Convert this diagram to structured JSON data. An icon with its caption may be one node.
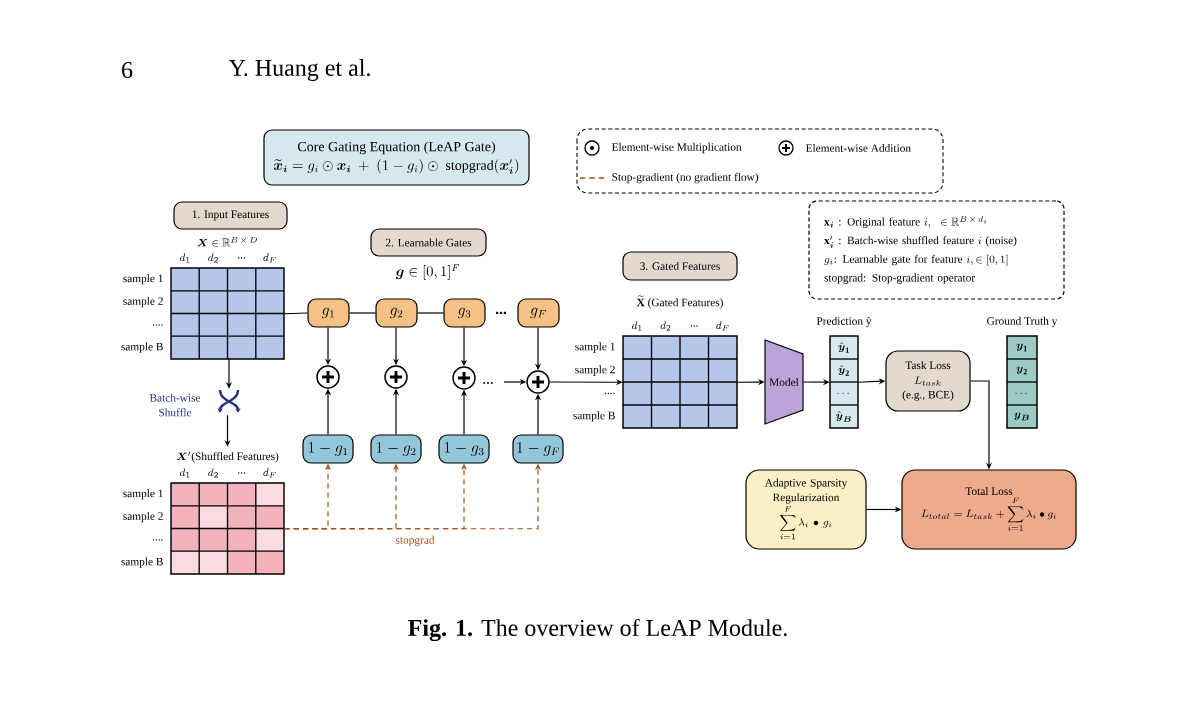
{
  "diagram": {
    "caption": "**Fig. 1.** The overview of LeAP Module.",
    "nodes": [
      {
        "text": [
          "Core Gating Equation (LeAP Gate)",
          "\\widetilde{\\boldsymbol{x}}_{\\boldsymbol{i}} = g_i \\odot \\boldsymbol{x}_{\\boldsymbol{i}} \\ + \\ (1-g_i)\\odot\\ \\mathrm{stopgrad}(\\boldsymbol{x}'_{\\boldsymbol{i}})"
        ]
      },
      {
        "text": [
          "\\mathbf{x}_{\\boldsymbol{i}}\\text{ : Original feature } i,\\ \\ \\in \\mathbb{R}^{B\\,\\times\\, d_i}",
          "\\mathbf{x}'_{\\boldsymbol{i}}\\text{ : Batch-wise shuffled feature } i\\text{ (noise)}",
          "g_i\\text{: Learnable gate for feature } i, \\in [0,1]",
          "stopgrad: Stop-gradient operator"
        ]
      },
      {
        "text": [
          "1. Input Features"
        ]
      },
      {
        "text": [
          "\\boldsymbol{X}\\in\\mathbb{R}^{B\\,\\times\\, D}"
        ],
        "beside": [
          "d_1",
          "d_2",
          "...",
          "d_F",
          "sample 1",
          "sample 2",
          "....",
          "sample B"
        ]
      },
      {
        "text": [],
        "shape": "icon",
        "beside": [
          "Batch-wise Shuffle"
        ]
      },
      {
        "text": [
          "\\boldsymbol{X}'\\text{(Shuffled Features)}"
        ],
        "beside": [
          "d_1",
          "d_2",
          "...",
          "d_F",
          "sample 1",
          "sample 2",
          "....",
          "sample B"
        ]
      },
      {
        "text": [
          "2. Learnable Gates"
        ],
        "beside": [
          "\\boldsymbol{g}\\in[0,1]^{F}"
        ]
      },
      {
        "text": [
          "g_1"
        ]
      },
      {
        "text": [
          "g_2"
        ]
      },
      {
        "text": [
          "g_3"
        ]
      },
      {
        "text": [
          "g_F"
        ]
      },
      {
        "text": [],
        "shape": "circle"
      },
      {
        "text": [],
        "shape": "circle"
      },
      {
        "text": [],
        "shape": "circle"
      },
      {
        "text": [],
        "shape": "circle"
      },
      {
        "text": [
          "1-g_1"
        ]
      },
      {
        "text": [
          "1-g_2"
        ]
      },
      {
        "text": [
          "1-g_3"
        ]
      },
      {
        "text": [
          "1-g_F"
        ]
      },
      {
        "text": [
          "3. Gated Features"
        ]
      },
      {
        "text": [
          "\\widetilde{\\mathbf{X}}\\ \\text{(Gated Features)}"
        ],
        "beside": [
          "d_1",
          "d_2",
          "...",
          "d_F",
          "sample 1",
          "sample 2",
          "....",
          "sample B"
        ]
      },
      {
        "text": [
          "Model"
        ]
      },
      {
        "text": [
          "\\text{Prediction }\\hat{\\mathrm{y}}",
          "\\hat{\\boldsymbol{y}}_{\\mathbf{1}}",
          "\\hat{\\boldsymbol{y}}_{\\mathbf{2}}",
          "\\cdots",
          "\\hat{\\boldsymbol{y}}_{\\boldsymbol{B}}"
        ]
      },
      {
        "text": [
          "Task Loss",
          "L_{task}",
          "(e.g., BCE)"
        ]
      },
      {
        "text": [
          "\\text{Ground Truth }\\mathrm{y}",
          "\\boldsymbol{y}_{\\mathbf{1}}",
          "\\boldsymbol{y}_{\\mathbf{2}}",
          "\\cdots",
          "\\boldsymbol{y}_{\\boldsymbol{B}}"
        ]
      },
      {
        "text": [
          "Adaptive Sparsity Regularization",
          "\\sum_{i=1}^{F}\\lambda_i\\bullet g_i"
        ]
      },
      {
        "text": [
          "Total Loss",
          "L_{total} = L_{task} + \\sum_{i=1}^{F}\\lambda_i\\bullet g_i"
        ]
      }
    ],
    "edges": [
      {
        "from": 3,
        "to": 4,
        "arrow": "to"
      },
      {
        "from": 4,
        "to": 5,
        "arrow": "to"
      },
      {
        "from": 3,
        "to": 7,
        "arrow": "none"
      },
      {
        "from": 7,
        "to": 8,
        "arrow": "none"
      },
      {
        "from": 8,
        "to": 9,
        "arrow": "none"
      },
      {
        "from": 7,
        "to": 11,
        "arrow": "to"
      },
      {
        "from": 8,
        "to": 12,
        "arrow": "to"
      },
      {
        "from": 9,
        "to": 13,
        "arrow": "to"
      },
      {
        "from": 10,
        "to": 14,
        "arrow": "to"
      },
      {
        "from": 15,
        "to": 11,
        "arrow": "to"
      },
      {
        "from": 16,
        "to": 12,
        "arrow": "to"
      },
      {
        "from": 17,
        "to": 13,
        "arrow": "to"
      },
      {
        "from": 18,
        "to": 14,
        "arrow": "to"
      },
      {
        "from": 5,
        "to": 15,
        "arrow": "to",
        "style": "dashed",
        "color": "#a0521e"
      },
      {
        "from": 5,
        "to": 16,
        "arrow": "to",
        "style": "dashed",
        "color": "#a0521e"
      },
      {
        "from": 5,
        "to": 17,
        "arrow": "to",
        "style": "dashed",
        "color": "#a0521e",
        "label": "stopgrad"
      },
      {
        "from": 5,
        "to": 18,
        "arrow": "to",
        "style": "dashed",
        "color": "#a0521e"
      },
      {
        "from": null,
        "to": 14,
        "arrow": "to"
      },
      {
        "from": 14,
        "to": 20,
        "arrow": "to"
      },
      {
        "from": 20,
        "to": 21,
        "arrow": "to"
      },
      {
        "from": 21,
        "to": 22,
        "arrow": "to"
      },
      {
        "from": 22,
        "to": 23,
        "arrow": "to"
      },
      {
        "from": 23,
        "to": 26,
        "arrow": "to"
      },
      {
        "from": 25,
        "to": 26,
        "arrow": "to"
      }
    ],
    "labels": [
      "6",
      "Y. Huang et al.",
      "...",
      "..."
    ],
    "legend": [
      {
        "text": "Element-wise Multiplication"
      },
      {
        "text": "Element-wise Addition"
      },
      {
        "text": "Stop-gradient (no gradient flow)"
      }
    ]
  }
}
